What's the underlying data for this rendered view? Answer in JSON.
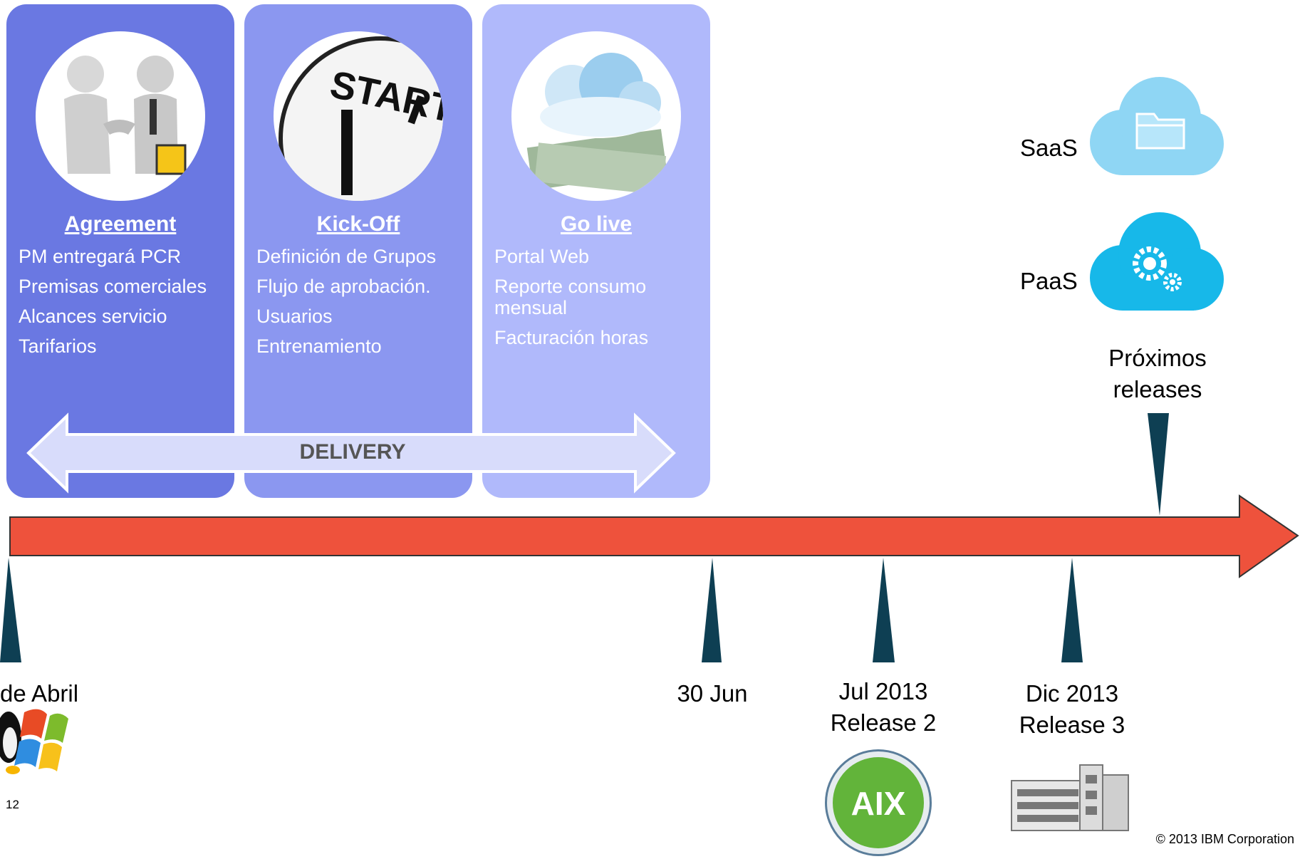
{
  "phases": [
    {
      "title": "Agreement",
      "items": [
        "PM entregará PCR",
        "Premisas comerciales",
        "Alcances servicio",
        "Tarifarios"
      ]
    },
    {
      "title": "Kick-Off",
      "items": [
        "Definición de Grupos",
        "Flujo de aprobación.",
        "Usuarios",
        "Entrenamiento"
      ]
    },
    {
      "title": "Go live",
      "items": [
        "Portal Web",
        "Reporte consumo mensual",
        "Facturación horas"
      ]
    }
  ],
  "delivery_label": "DELIVERY",
  "milestones": {
    "start": "de Abril",
    "jun": "30 Jun",
    "jul": {
      "line1": "Jul 2013",
      "line2": "Release 2"
    },
    "dic": {
      "line1": "Dic 2013",
      "line2": "Release 3"
    },
    "next": {
      "line1": "Próximos",
      "line2": "releases"
    }
  },
  "clouds": {
    "saas": "SaaS",
    "paas": "PaaS"
  },
  "start_image_text": "START",
  "aix_logo_text": "AIX",
  "page_number": "12",
  "copyright": "© 2013 IBM Corporation",
  "colors": {
    "panel1": "#6a78e2",
    "panel2": "#8b97f0",
    "panel3": "#b0b9fb",
    "timeline": "#ee523c",
    "marker": "#0e3f53",
    "saas_cloud": "#8fd6f4",
    "paas_cloud": "#17b8e9"
  }
}
